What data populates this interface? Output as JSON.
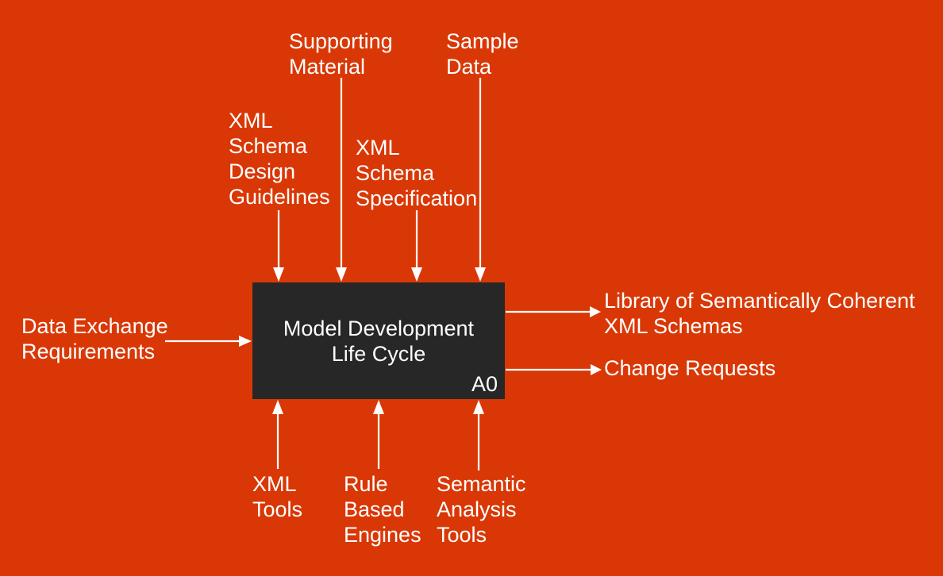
{
  "diagram": {
    "colors": {
      "background": "#D93806",
      "box": "#272727",
      "text": "#FFFFFF",
      "line": "#FFFFFF"
    },
    "process": {
      "title": "Model Development Life Cycle",
      "node_id": "A0"
    },
    "inputs": [
      {
        "label": "Data Exchange\nRequirements"
      }
    ],
    "controls": [
      {
        "label": "XML\nSchema\nDesign\nGuidelines"
      },
      {
        "label": "Supporting\nMaterial"
      },
      {
        "label": "XML\nSchema\nSpecification"
      },
      {
        "label": "Sample\nData"
      }
    ],
    "outputs": [
      {
        "label": "Library of Semantically Coherent\nXML Schemas"
      },
      {
        "label": "Change Requests"
      }
    ],
    "mechanisms": [
      {
        "label": "XML\nTools"
      },
      {
        "label": "Rule\nBased\nEngines"
      },
      {
        "label": "Semantic\nAnalysis\nTools"
      }
    ]
  }
}
